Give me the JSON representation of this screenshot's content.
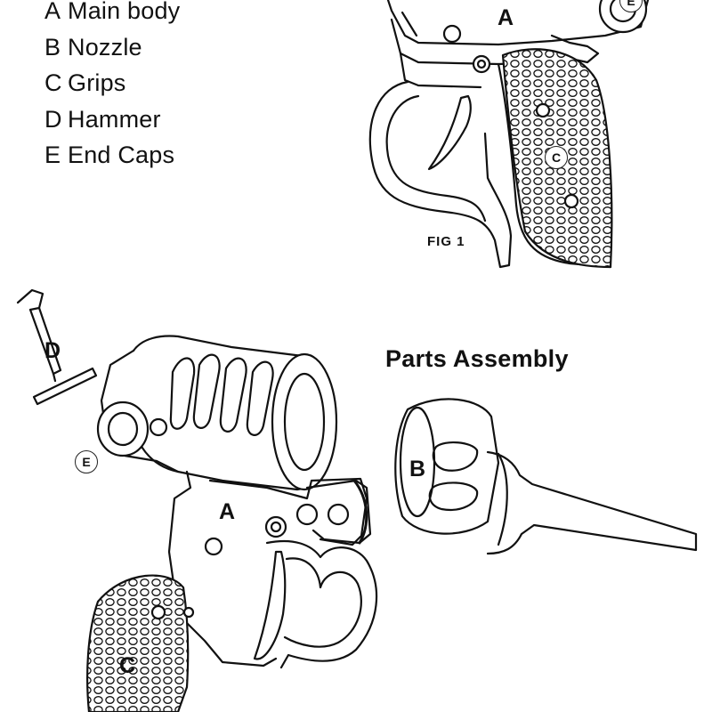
{
  "legend": {
    "items": [
      {
        "key": "A",
        "name": "Main body"
      },
      {
        "key": "B",
        "name": "Nozzle"
      },
      {
        "key": "C",
        "name": "Grips"
      },
      {
        "key": "D",
        "name": "Hammer"
      },
      {
        "key": "E",
        "name": "End Caps"
      }
    ]
  },
  "figure1": {
    "label": "FIG 1",
    "callout_a": "A",
    "callout_c": "C",
    "callout_e": "E"
  },
  "assembly": {
    "title": "Parts Assembly",
    "callout_a": "A",
    "callout_b": "B",
    "callout_c": "C",
    "callout_d": "D",
    "callout_e": "E"
  }
}
